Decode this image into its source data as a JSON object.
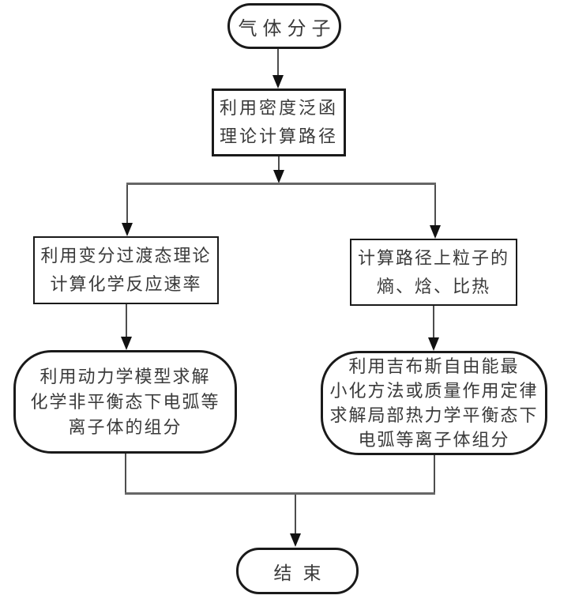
{
  "diagram": {
    "type": "flowchart",
    "colors": {
      "background": "#ffffff",
      "box_border": "#1a1a1a",
      "connector_line": "#4d4d4d",
      "branch_line": "#666666",
      "arrowhead": "#111111",
      "text": "#3a3a3a"
    },
    "nodes": {
      "start": {
        "shape": "stadium",
        "text": "气体分子"
      },
      "dft": {
        "shape": "rect",
        "lines": [
          "利用密度泛函",
          "理论计算路径"
        ]
      },
      "vtst": {
        "shape": "rect",
        "lines": [
          "利用变分过渡态理论",
          "计算化学反应速率"
        ]
      },
      "particle_props": {
        "shape": "rect",
        "lines": [
          "计算路径上粒子的",
          "熵、焓、比热"
        ]
      },
      "kinetic_model": {
        "shape": "stadium",
        "lines": [
          "利用动力学模型求解",
          "化学非平衡态下电弧等",
          "离子体的组分"
        ]
      },
      "gibbs": {
        "shape": "stadium",
        "lines": [
          "利用吉布斯自由能最",
          "小化方法或质量作用定律",
          "求解局部热力学平衡态下",
          "电弧等离子体组分"
        ]
      },
      "end": {
        "shape": "stadium",
        "text": "结束"
      }
    },
    "edges": [
      "start -> dft",
      "dft -> vtst",
      "dft -> particle_props",
      "vtst -> kinetic_model",
      "particle_props -> gibbs",
      "kinetic_model -> end",
      "gibbs -> end"
    ]
  }
}
